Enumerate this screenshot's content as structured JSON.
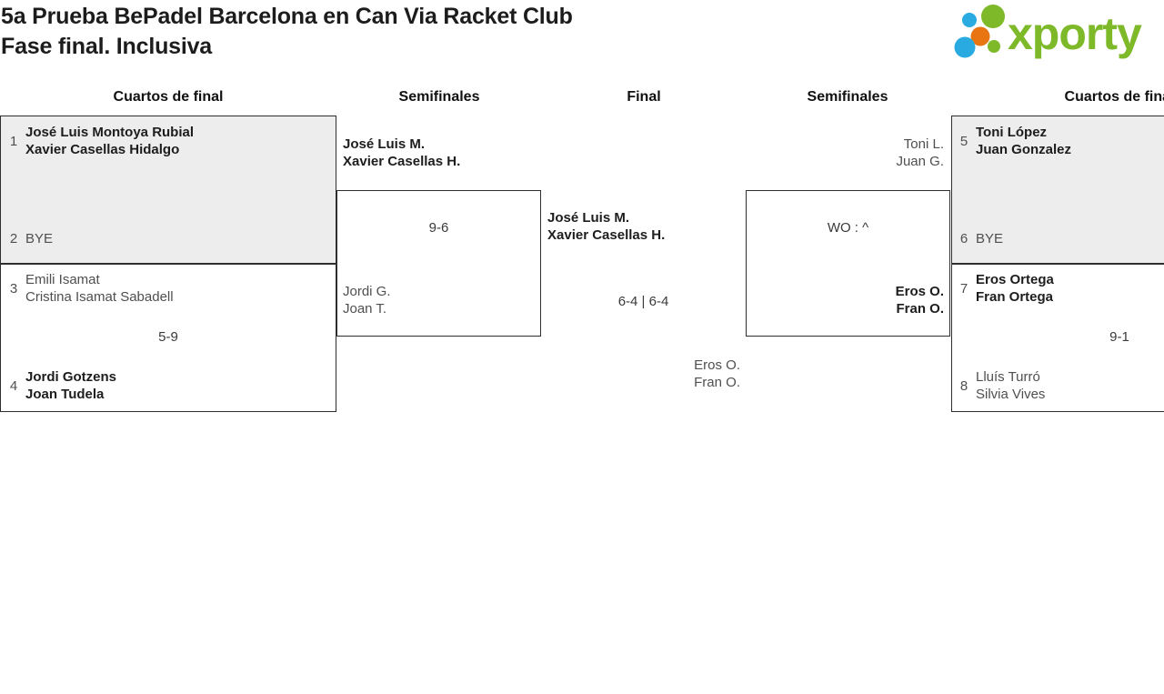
{
  "page": {
    "title_line1": "5a Prueba BePadel Barcelona en Can Via Racket Club",
    "title_line2": "Fase final. Inclusiva"
  },
  "logo": {
    "brand": "xporty",
    "wordmark_color": "#7db928",
    "dot_blue": "#29abe2",
    "dot_green": "#7db928",
    "dot_orange": "#e87511"
  },
  "colors": {
    "winner_box_bg": "#ededed",
    "box_border": "#2e2e2e",
    "text_dark": "#1d1d1d",
    "text_gray": "#4f4f4f"
  },
  "rounds": [
    {
      "label": "Cuartos de final"
    },
    {
      "label": "Semifinales"
    },
    {
      "label": "Final"
    },
    {
      "label": "Semifinales"
    },
    {
      "label": "Cuartos de final"
    }
  ],
  "matches": {
    "qf1": {
      "seed_a": "1",
      "team_a1": "José Luis Montoya Rubial",
      "team_a2": "Xavier Casellas Hidalgo",
      "seed_b": "2",
      "team_b1": "BYE"
    },
    "qf2": {
      "seed_a": "3",
      "team_a1": "Emili Isamat",
      "team_a2": "Cristina Isamat Sabadell",
      "score": "5-9",
      "seed_b": "4",
      "team_b1": "Jordi Gotzens",
      "team_b2": "Joan Tudela"
    },
    "sf1": {
      "team_a1": "José Luis M.",
      "team_a2": "Xavier Casellas H.",
      "score": "9-6",
      "team_b1": "Jordi G.",
      "team_b2": "Joan T."
    },
    "final": {
      "team_a1": "José Luis M.",
      "team_a2": "Xavier Casellas H.",
      "score": "6-4 | 6-4",
      "team_b1": "Eros O.",
      "team_b2": "Fran O."
    },
    "sf2": {
      "team_a1": "Toni L.",
      "team_a2": "Juan G.",
      "score": "WO : ^",
      "team_b1": "Eros O.",
      "team_b2": "Fran O."
    },
    "qf3": {
      "seed_a": "5",
      "team_a1": "Toni López",
      "team_a2": "Juan Gonzalez",
      "seed_b": "6",
      "team_b1": "BYE"
    },
    "qf4": {
      "seed_a": "7",
      "team_a1": "Eros Ortega",
      "team_a2": "Fran Ortega",
      "score": "9-1",
      "seed_b": "8",
      "team_b1": "Lluís Turró",
      "team_b2": "Silvia Vives"
    }
  }
}
